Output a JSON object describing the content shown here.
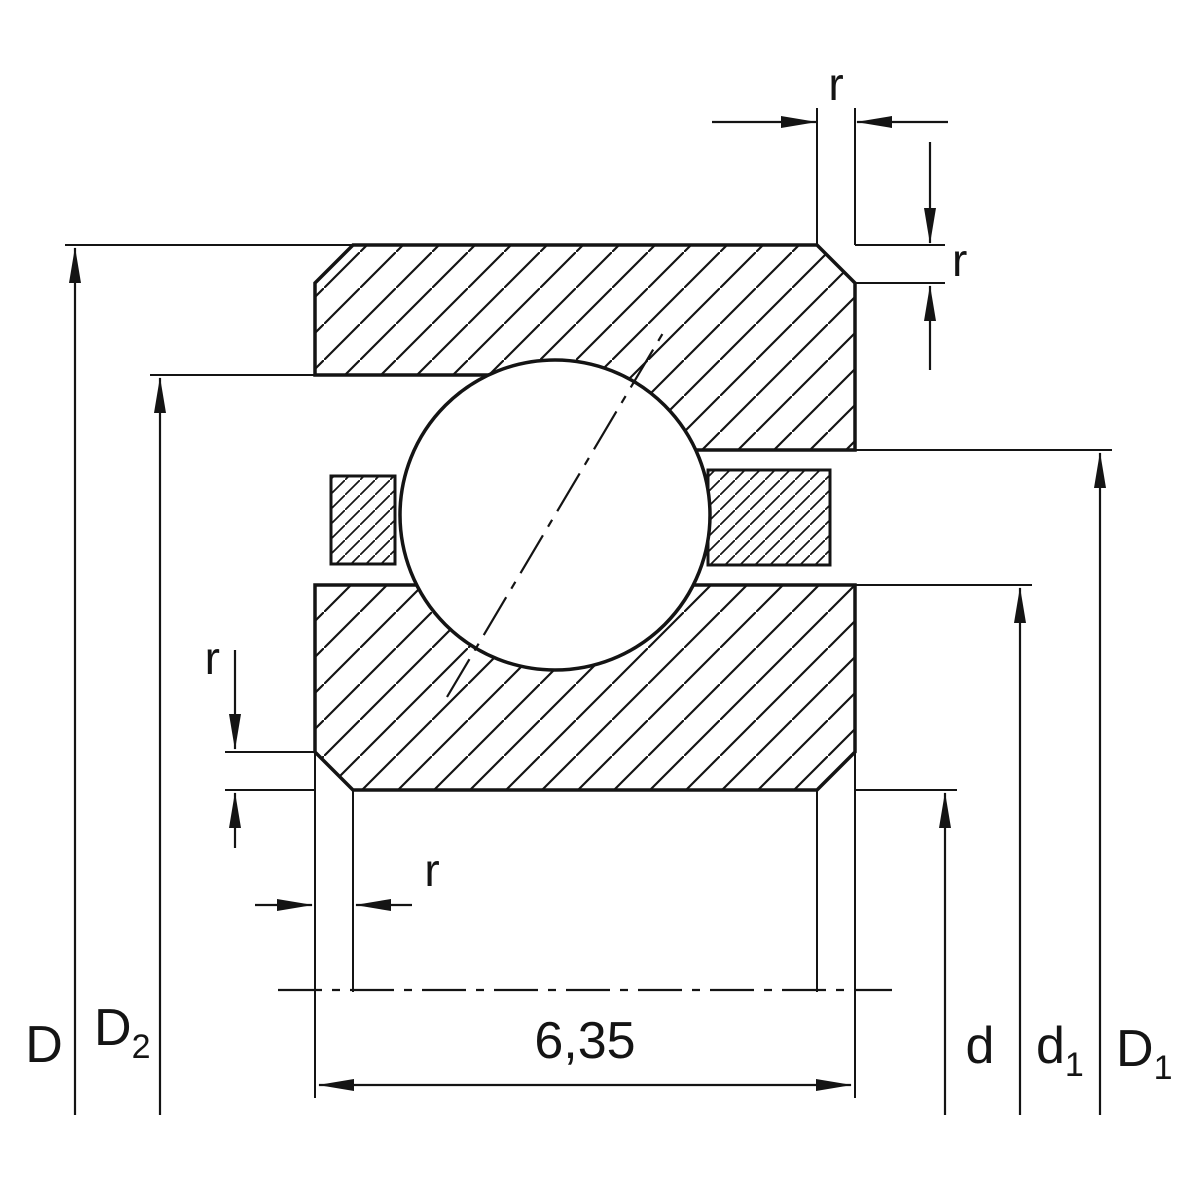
{
  "diagram": {
    "type": "bearing-cross-section-technical-drawing",
    "background": "#ffffff",
    "ink": "#141414",
    "labels": {
      "r_top": "r",
      "r_right": "r",
      "r_left": "r",
      "r_bottom": "r",
      "width": "6,35",
      "D": "D",
      "D2": {
        "base": "D",
        "sub": "2"
      },
      "d": "d",
      "d1": {
        "base": "d",
        "sub": "1"
      },
      "D1": {
        "base": "D",
        "sub": "1"
      }
    }
  }
}
